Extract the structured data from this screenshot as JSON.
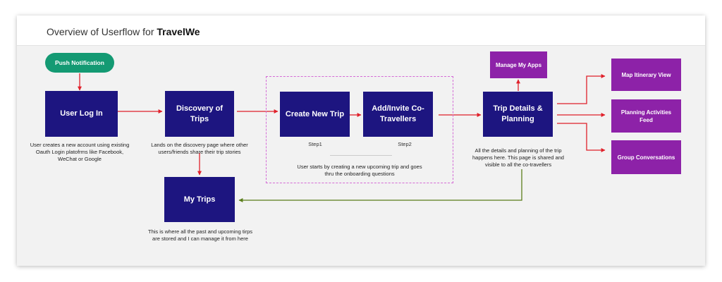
{
  "header": {
    "title_prefix": "Overview of Userflow for ",
    "title_brand": "TravelWe"
  },
  "nodes": {
    "push_notification": "Push Notification",
    "user_log_in": "User Log In",
    "discovery_of_trips": "Discovery of Trips",
    "create_new_trip": "Create New Trip",
    "add_invite": "Add/Invite Co-Travellers",
    "trip_details": "Trip Details & Planning",
    "manage_my_apps": "Manage My Apps",
    "map_itinerary": "Map Itinerary View",
    "planning_feed": "Planning Activities Feed",
    "group_conversations": "Group Conversations",
    "my_trips": "My Trips"
  },
  "notes": {
    "login": "User creates a new account using existing Oauth Login platofrms like Facebook, WeChat or Google",
    "discovery": "Lands on the discovery page where other users/friends share their trip stories",
    "onboarding": "User starts by creating a new upcoming trip and goes thru the onboarding questions",
    "trip_details": "All the details and planning of the trip happens here. This page is shared and visible to all the co-travellers",
    "my_trips": "This is where all the past and upcoming tirps are stored and I can manage it from here"
  },
  "steps": {
    "step1": "Step1",
    "step2": "Step2"
  },
  "colors": {
    "primary_box": "#1d1580",
    "secondary_box": "#8d22a8",
    "notification_pill": "#149a73",
    "flow_arrow": "#e0202a",
    "return_arrow": "#5a7d1a",
    "group_border": "#d46bd6"
  }
}
